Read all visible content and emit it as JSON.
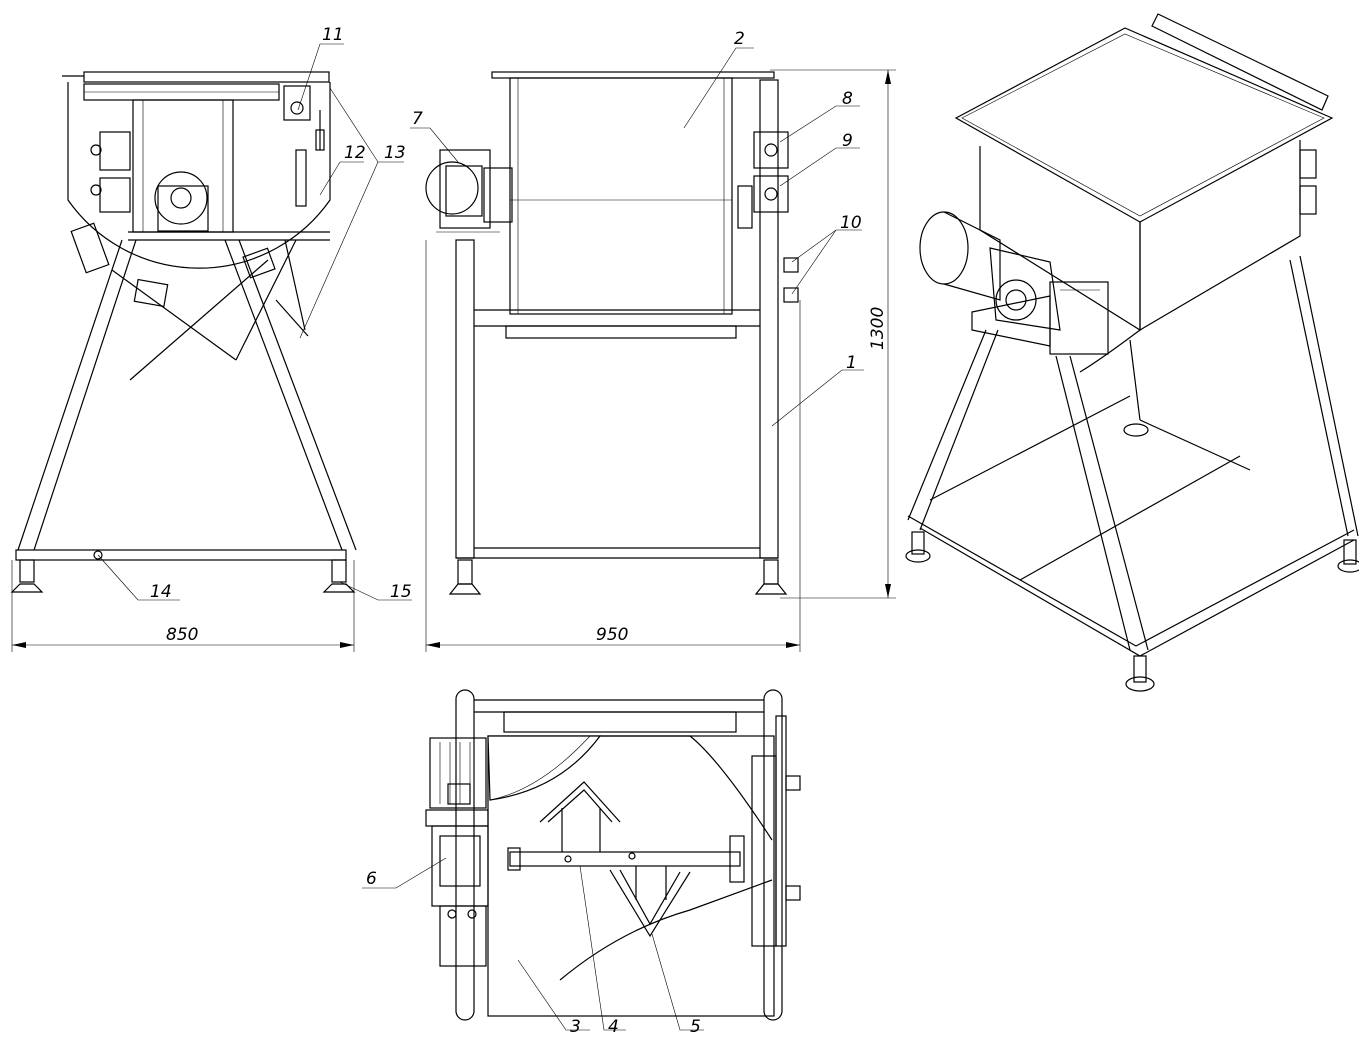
{
  "dimensions": {
    "width_side": "850",
    "width_front": "950",
    "height": "1300"
  },
  "callouts": {
    "c1": "1",
    "c2": "2",
    "c3": "3",
    "c4": "4",
    "c5": "5",
    "c6": "6",
    "c7": "7",
    "c8": "8",
    "c9": "9",
    "c10": "10",
    "c11": "11",
    "c12": "12",
    "c13": "13",
    "c14": "14",
    "c15": "15"
  }
}
